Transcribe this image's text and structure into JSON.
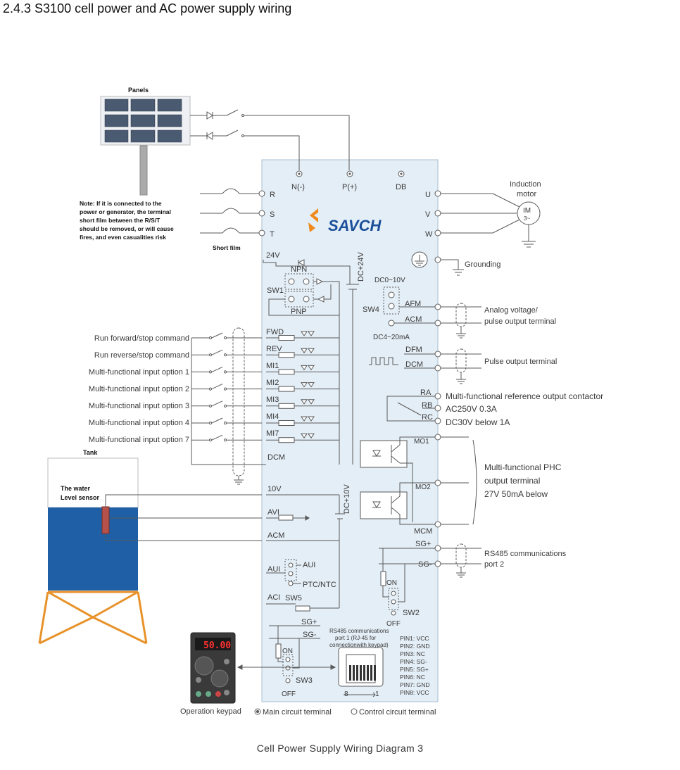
{
  "heading": "2.4.3 S3100 cell power and AC power supply wiring",
  "caption": "Cell Power Supply Wiring Diagram 3",
  "colors": {
    "panel": "#e4eef6",
    "panel_border": "#a9bfd0",
    "tank_water": "#1f5fa6",
    "tank_stand": "#e8922a",
    "logo_orange": "#f08a1d",
    "logo_blue": "#1b4f9a"
  },
  "solar": {
    "title": "Panels"
  },
  "note": [
    "Note: If it is connected to the",
    "power or generator, the terminal",
    "short film between the R/S/T",
    "should be removed, or will cause",
    "fires, and even casualities risk"
  ],
  "short_film": "Short film",
  "logo": "SAVCH",
  "top_terminals": [
    "N(-)",
    "P(+)",
    "DB"
  ],
  "input_terminals": [
    "R",
    "S",
    "T"
  ],
  "output_terminals": [
    "U",
    "V",
    "W"
  ],
  "motor": {
    "title_line1": "Induction",
    "title_line2": "motor",
    "symbol": "IM",
    "phase": "3~"
  },
  "grounding": "Grounding",
  "dc24": "DC+24V",
  "v24": "24V",
  "npn": "NPN",
  "pnp": "PNP",
  "sw1": "SW1",
  "sw4": {
    "label": "SW4",
    "top": "DC0~10V",
    "bottom": "DC4~20mA"
  },
  "afm": "AFM",
  "acm_out": "ACM",
  "analog_out": [
    "Analog voltage/",
    "pulse output terminal"
  ],
  "dfm": "DFM",
  "dcm_out": "DCM",
  "pulse_out": "Pulse output terminal",
  "inputs": [
    {
      "desc": "Run forward/stop command",
      "term": "FWD"
    },
    {
      "desc": "Run reverse/stop command",
      "term": "REV"
    },
    {
      "desc": "Multi-functional input option 1",
      "term": "MI1"
    },
    {
      "desc": "Multi-functional input option 2",
      "term": "MI2"
    },
    {
      "desc": "Multi-functional input option 3",
      "term": "MI3"
    },
    {
      "desc": "Multi-functional input option 4",
      "term": "MI4"
    },
    {
      "desc": "Multi-functional input option 7",
      "term": "MI7"
    }
  ],
  "dcm": "DCM",
  "relay": {
    "terms": [
      "RA",
      "RB",
      "RC"
    ],
    "desc": [
      "Multi-functional reference output contactor",
      "AC250V  0.3A",
      "DC30V  below 1A"
    ]
  },
  "mo": {
    "terms": [
      "MO1",
      "MO2",
      "MCM"
    ],
    "desc": [
      "Multi-functional PHC",
      "output terminal",
      "27V 50mA below"
    ]
  },
  "tank": {
    "title": "Tank",
    "sensor": [
      "The water",
      "Level sensor"
    ]
  },
  "analog_in": {
    "v10": "10V",
    "dc10": "DC+10V",
    "avi": "AVI",
    "acm": "ACM",
    "aui": "AUI",
    "aui_sw": "AUI",
    "ptc": "PTC/NTC",
    "aci": "ACI",
    "sw5": "SW5"
  },
  "rs485": {
    "sgp": "SG+",
    "sgm": "SG-",
    "desc": [
      "RS485 communications",
      "port 2"
    ],
    "on": "ON",
    "off": "OFF",
    "sw": "SW2"
  },
  "bottom": {
    "sgp": "SG+",
    "sgm": "SG-",
    "on": "ON",
    "off": "OFF",
    "sw3": "SW3",
    "rj45_title": [
      "RS485 communications",
      "port 1 (RJ-45 for",
      "connectionwith keypad)"
    ],
    "pins": [
      "PIN1: VCC",
      "PIN2: GND",
      "PIN3: NC",
      "PIN4: SG-",
      "PIN5: SG+",
      "PIN6: NC",
      "PIN7: GND",
      "PIN8: VCC"
    ],
    "pin_left": "8",
    "pin_right": "1",
    "legend_main": "Main circuit terminal",
    "legend_ctrl": "Control circuit terminal"
  },
  "keypad": {
    "label": "Operation keypad",
    "display": "50.00"
  }
}
